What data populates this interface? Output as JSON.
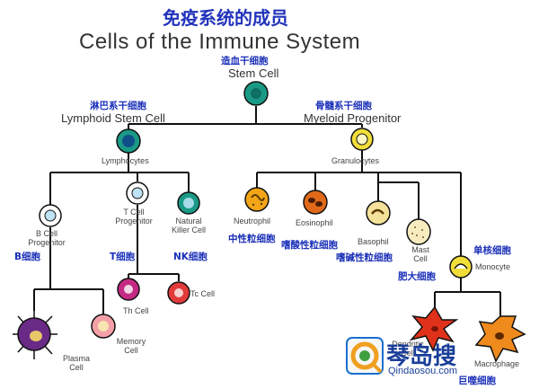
{
  "title": {
    "zh": "免疫系统的成员",
    "en": "Cells of the Immune System"
  },
  "nodes": {
    "stem": {
      "zh": "造血干细胞",
      "en": "Stem Cell"
    },
    "lymphoid": {
      "zh": "淋巴系干细胞",
      "en": "Lymphoid Stem Cell"
    },
    "myeloid": {
      "zh": "骨髓系干细胞",
      "en": "Myeloid Progenitor"
    },
    "lymphocytes": {
      "en": "Lymphocytes"
    },
    "granulocytes": {
      "en": "Granulocytes"
    },
    "b_progenitor": {
      "en": "B Cell Progenitor"
    },
    "t_progenitor": {
      "en": "T Cell Progenitor"
    },
    "nk": {
      "en": "Natural Killer Cell",
      "zh": "NK细胞"
    },
    "b_cell": {
      "zh": "B细胞"
    },
    "t_cell": {
      "zh": "T细胞"
    },
    "neutrophil": {
      "en": "Neutrophil",
      "zh": "中性粒细胞"
    },
    "eosinophil": {
      "en": "Eosinophil",
      "zh": "嗜酸性粒细胞"
    },
    "basophil": {
      "en": "Basophil",
      "zh": "嗜碱性粒细胞"
    },
    "mast": {
      "en": "Mast Cell",
      "zh": "肥大细胞"
    },
    "monocyte": {
      "en": "Monocyte",
      "zh": "单核细胞"
    },
    "th": {
      "en": "Th Cell"
    },
    "tc": {
      "en": "Tc Cell"
    },
    "plasma": {
      "en": "Plasma Cell"
    },
    "memory": {
      "en": "Memory Cell"
    },
    "dendritic": {
      "en": "Dendritic Cell"
    },
    "macrophage": {
      "en": "Macrophage",
      "zh": "巨噬细胞"
    }
  },
  "watermark": {
    "text": "琴岛搜",
    "url": "Qindaosou.com"
  },
  "colors": {
    "line": "#111111",
    "lymphoid_cell": "#1a9a86",
    "myeloid_cell": "#f2de3a",
    "neutrophil": "#f2a516",
    "eosinophil": "#e06a1a",
    "basophil": "#f4e29a",
    "mast": "#f7ecc0",
    "plasma": "#6a2b86",
    "memory": "#f4a0a8",
    "th": "#c42a84",
    "tc": "#e23a3a",
    "dendritic": "#e0321a",
    "macrophage": "#ef8a1c",
    "zh_label": "#1a2fb8"
  }
}
